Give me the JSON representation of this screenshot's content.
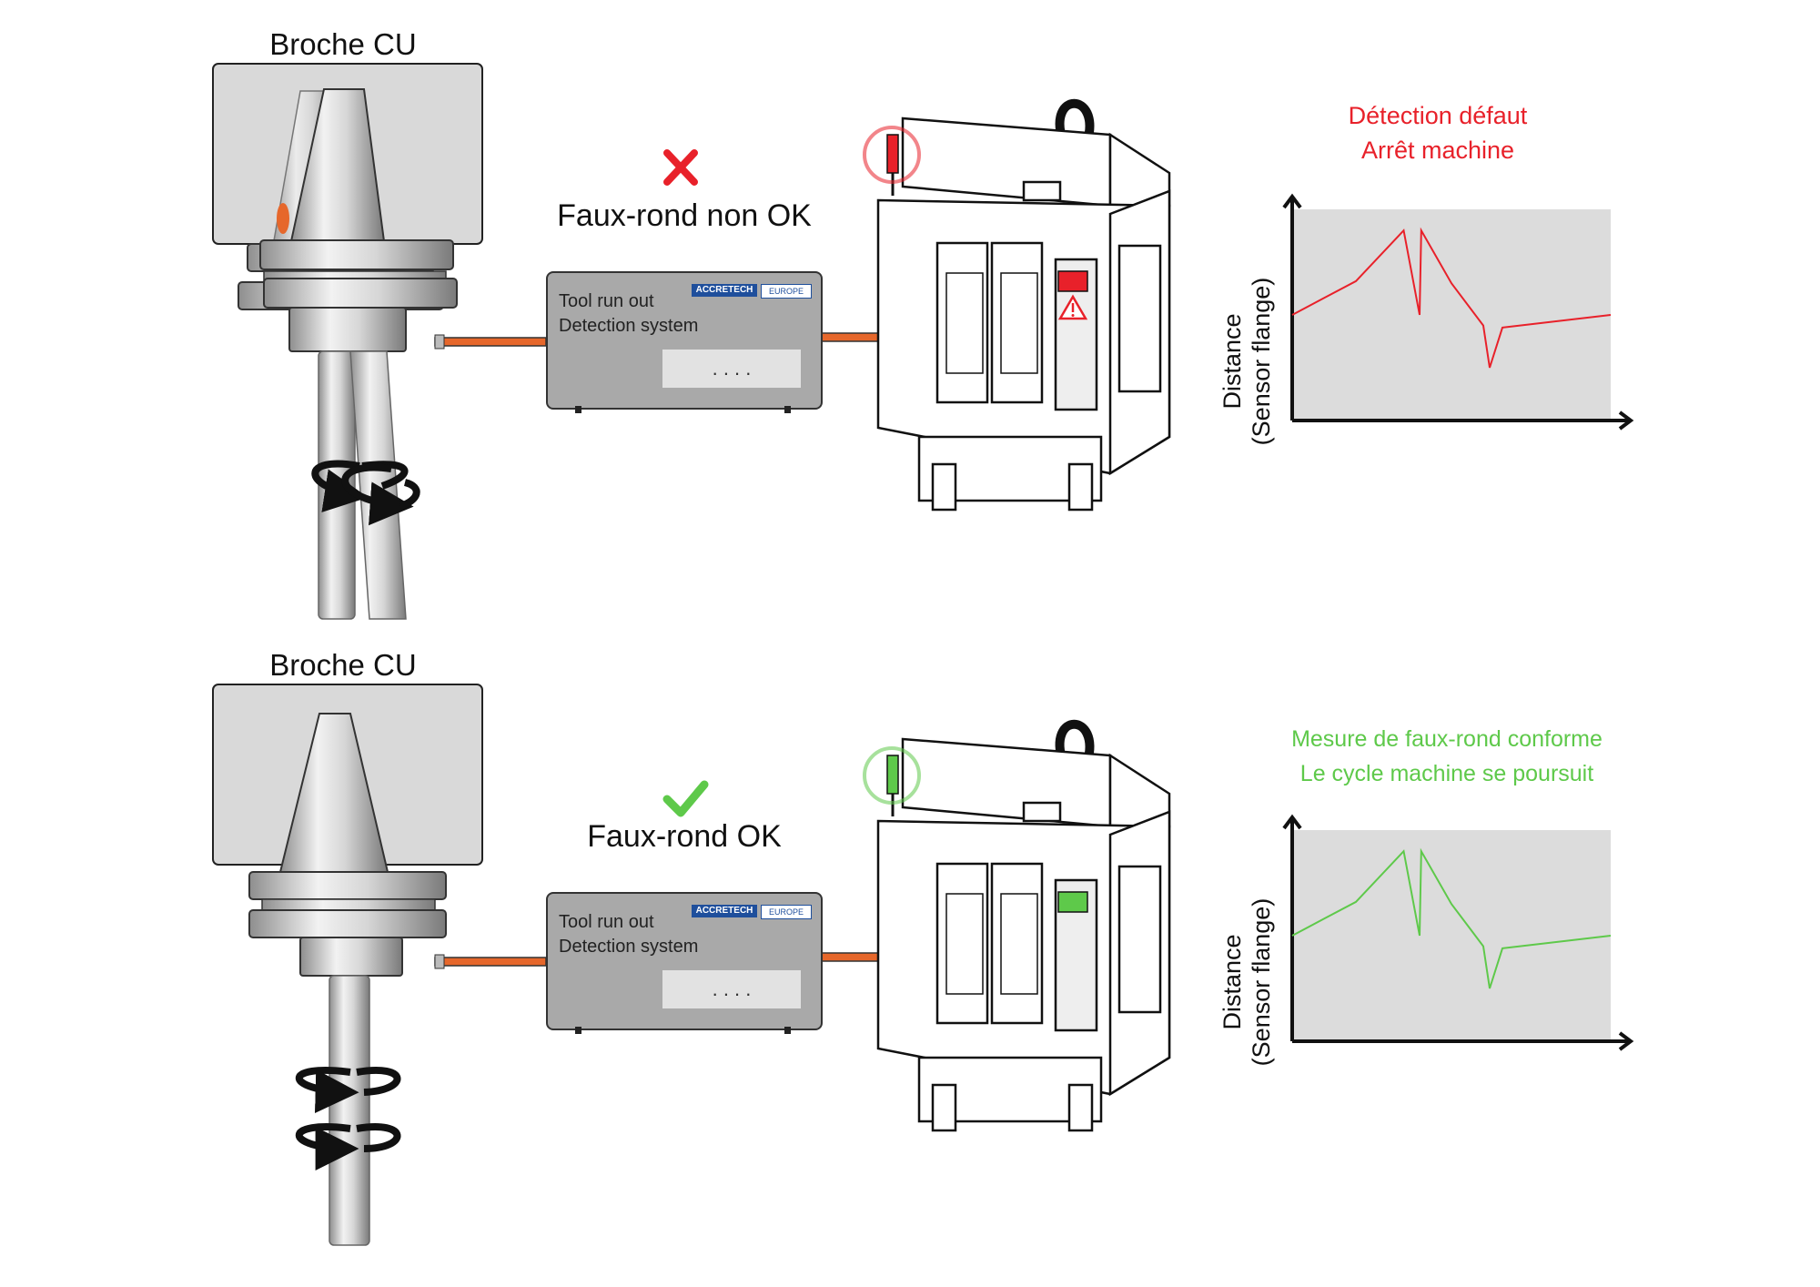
{
  "colors": {
    "fault": "#e8212a",
    "ok": "#5ec94a",
    "cable": "#e6672b",
    "housing": "#d9d9d9",
    "chart_bg": "#dcdcdc",
    "device": "#a9a9a9",
    "brand_blue": "#1f4f9c"
  },
  "icons": {
    "fault_mark": "cross-icon",
    "ok_mark": "check-icon",
    "rotation": "rotation-arrow-icon",
    "warning": "warning-triangle-icon"
  },
  "scenarios": [
    {
      "id": "fault",
      "spindle_title": "Broche CU",
      "verdict_label": "Faux-rond non OK",
      "device": {
        "line1": "Tool run out",
        "line2": "Detection system",
        "brand": "ACCRETECH",
        "region": "EUROPE",
        "display": ". . . ."
      },
      "stack_light": "red",
      "status_lines": [
        "Détection défaut",
        "Arrêt machine"
      ],
      "axis_label_line1": "Distance",
      "axis_label_line2": "(Sensor flange)"
    },
    {
      "id": "ok",
      "spindle_title": "Broche CU",
      "verdict_label": "Faux-rond OK",
      "device": {
        "line1": "Tool run out",
        "line2": "Detection system",
        "brand": "ACCRETECH",
        "region": "EUROPE",
        "display": ". . . ."
      },
      "stack_light": "green",
      "status_lines": [
        "Mesure de faux-rond conforme",
        "Le cycle machine se poursuit"
      ],
      "axis_label_line1": "Distance",
      "axis_label_line2": "(Sensor flange)"
    }
  ],
  "chart_data": [
    {
      "type": "line",
      "title": "",
      "xlabel": "",
      "ylabel": "Distance (Sensor flange)",
      "grid": false,
      "x": [
        0,
        1.0,
        2.0,
        3.0,
        3.5,
        4.0,
        4.05,
        5.0,
        6.0,
        6.2,
        6.6,
        10.0
      ],
      "series": [
        {
          "values": [
            5.0,
            5.8,
            6.6,
            8.2,
            9.0,
            5.0,
            9.0,
            6.5,
            4.5,
            2.5,
            4.4,
            5.0
          ]
        }
      ]
    },
    {
      "type": "line",
      "title": "",
      "xlabel": "",
      "ylabel": "Distance (Sensor flange)",
      "grid": false,
      "x": [
        0,
        1.0,
        2.0,
        3.0,
        3.5,
        4.0,
        4.05,
        5.0,
        6.0,
        6.2,
        6.6,
        10.0
      ],
      "series": [
        {
          "values": [
            5.0,
            5.8,
            6.6,
            8.2,
            9.0,
            5.0,
            9.0,
            6.5,
            4.5,
            2.5,
            4.4,
            5.0
          ]
        }
      ]
    }
  ]
}
